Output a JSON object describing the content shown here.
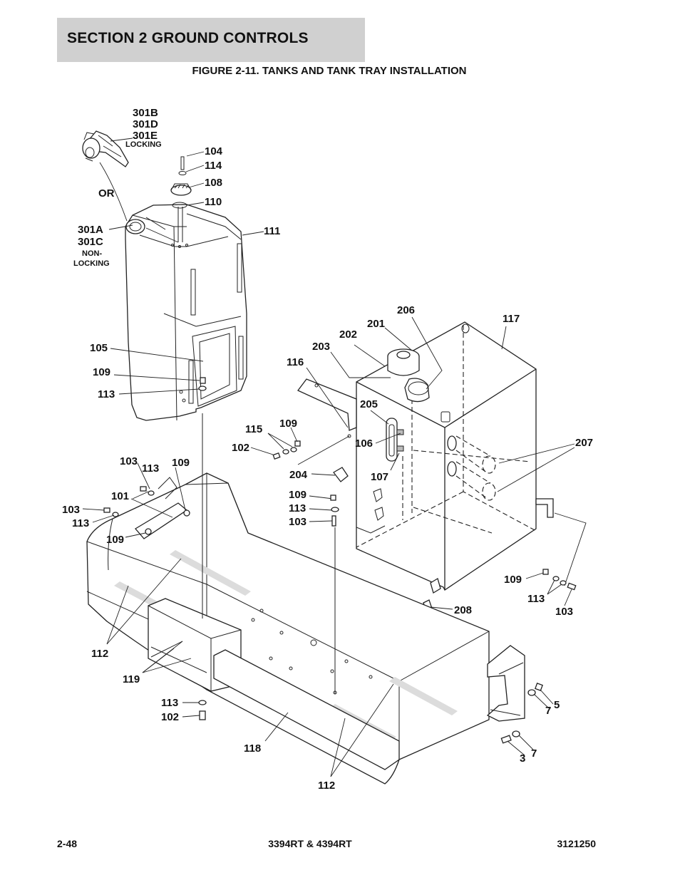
{
  "header": {
    "section": "SECTION 2   GROUND CONTROLS",
    "figure_title": "FIGURE 2-11. TANKS AND TANK TRAY INSTALLATION"
  },
  "callouts": {
    "c301b": "301B",
    "c301d": "301D",
    "c301e": "301E",
    "locking": "LOCKING",
    "or": "OR",
    "c301a": "301A",
    "c301c": "301C",
    "non": "NON-",
    "nonlocking": "LOCKING",
    "c104": "104",
    "c114": "114",
    "c108": "108",
    "c110": "110",
    "c111": "111",
    "c105": "105",
    "c109a": "109",
    "c113a": "113",
    "c116": "116",
    "c203": "203",
    "c202": "202",
    "c201": "201",
    "c206": "206",
    "c117": "117",
    "c115": "115",
    "c109b": "109",
    "c102a": "102",
    "c205": "205",
    "c106": "106",
    "c107": "107",
    "c207": "207",
    "c204": "204",
    "c109c": "109",
    "c113c": "113",
    "c103c": "103",
    "c103a": "103",
    "c113b": "113",
    "c109d": "109",
    "c101": "101",
    "c103b": "103",
    "c113d": "113",
    "c109e": "109",
    "c109f": "109",
    "c113e": "113",
    "c103d": "103",
    "c208": "208",
    "c112a": "112",
    "c119": "119",
    "c113f": "113",
    "c102b": "102",
    "c118": "118",
    "c112b": "112",
    "c5": "5",
    "c7a": "7",
    "c7b": "7",
    "c3": "3"
  },
  "footer": {
    "page": "2-48",
    "model": "3394RT & 4394RT",
    "doc": "3121250"
  }
}
